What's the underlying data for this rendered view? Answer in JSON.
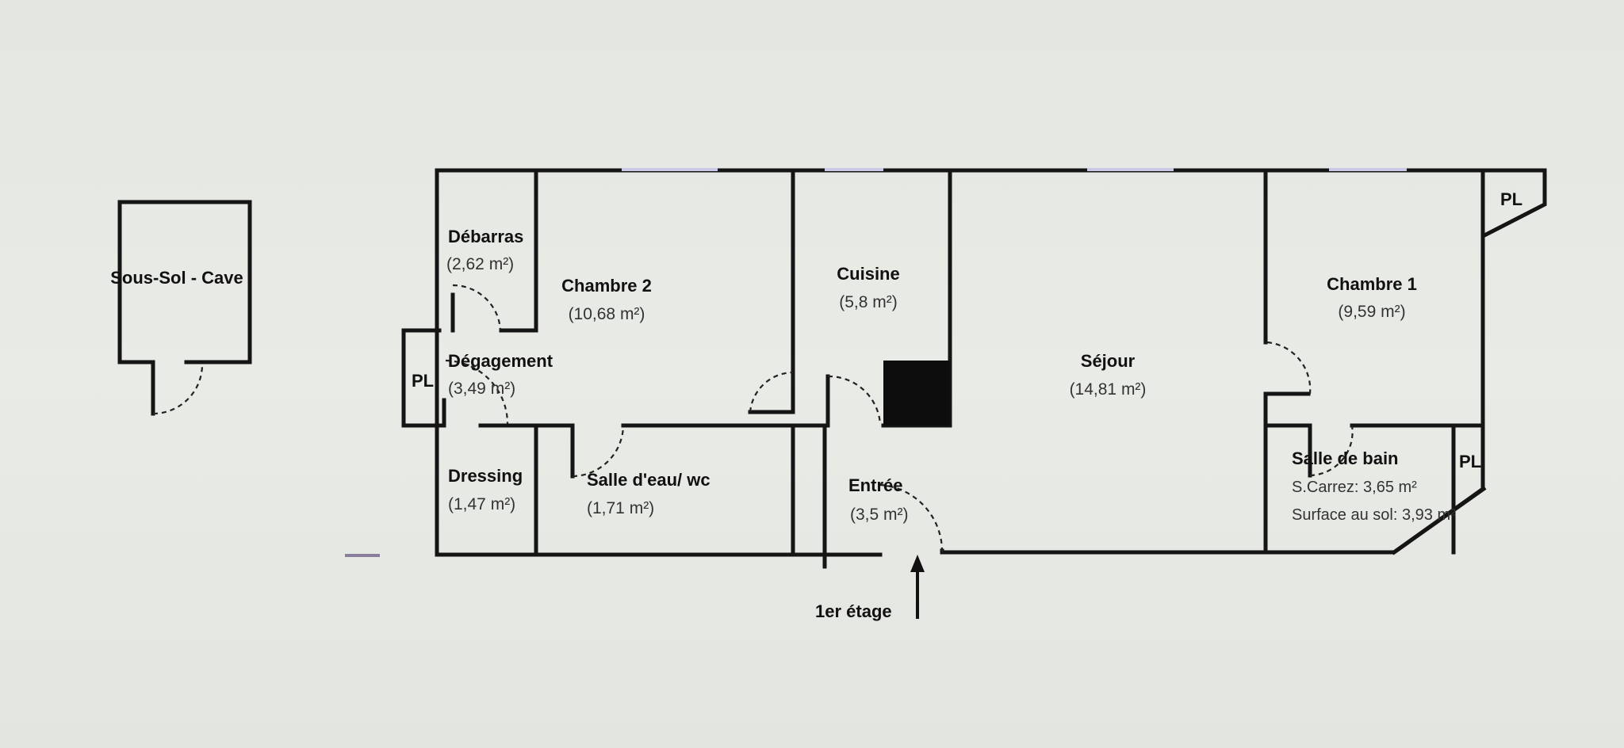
{
  "plan": {
    "level_label": "1er étage",
    "cave": {
      "name": "Sous-Sol - Cave"
    },
    "rooms": [
      {
        "id": "debarras",
        "name": "Débarras",
        "area": "(2,62 m²)"
      },
      {
        "id": "chambre2",
        "name": "Chambre 2",
        "area": "(10,68 m²)"
      },
      {
        "id": "cuisine",
        "name": "Cuisine",
        "area": "(5,8 m²)"
      },
      {
        "id": "degagement",
        "name": "Dégagement",
        "area": "(3,49 m²)"
      },
      {
        "id": "dressing",
        "name": "Dressing",
        "area": "(1,47 m²)"
      },
      {
        "id": "salle-eau",
        "name": "Salle d'eau/ wc",
        "area": "(1,71 m²)"
      },
      {
        "id": "entree",
        "name": "Entrée",
        "area": "(3,5 m²)"
      },
      {
        "id": "sejour",
        "name": "Séjour",
        "area": "(14,81 m²)"
      },
      {
        "id": "chambre1",
        "name": "Chambre 1",
        "area": "(9,59 m²)"
      },
      {
        "id": "salle-bain",
        "name": "Salle de bain",
        "carrez": "S.Carrez: 3,65 m²",
        "sol": "Surface au sol: 3,93 m²"
      }
    ],
    "closets": [
      "PL",
      "PL",
      "PL"
    ]
  }
}
